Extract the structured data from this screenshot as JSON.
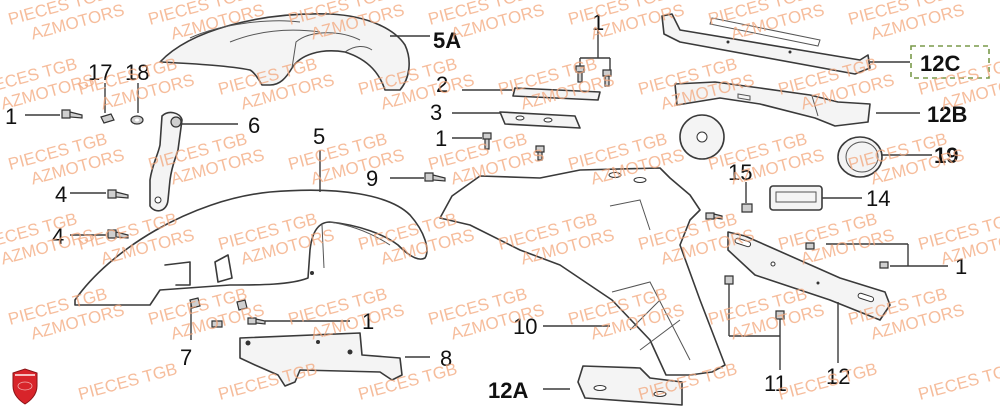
{
  "diagram": {
    "title": "TGB front fender / license plate holder parts diagram",
    "watermark": {
      "line1": "PIECES TGB",
      "line2": "AZMOTORS",
      "color": "#f3a77c"
    },
    "logo": {
      "name": "azmotors-shield-logo",
      "color": "#d8242a"
    },
    "callouts": [
      {
        "id": "c-5A",
        "label": "5A",
        "bold": true
      },
      {
        "id": "c-17",
        "label": "17"
      },
      {
        "id": "c-18",
        "label": "18"
      },
      {
        "id": "c-1a",
        "label": "1"
      },
      {
        "id": "c-6",
        "label": "6"
      },
      {
        "id": "c-2",
        "label": "2"
      },
      {
        "id": "c-3",
        "label": "3"
      },
      {
        "id": "c-1b",
        "label": "1"
      },
      {
        "id": "c-1c",
        "label": "1"
      },
      {
        "id": "c-5",
        "label": "5"
      },
      {
        "id": "c-9",
        "label": "9"
      },
      {
        "id": "c-4a",
        "label": "4"
      },
      {
        "id": "c-4b",
        "label": "4"
      },
      {
        "id": "c-12C",
        "label": "12C",
        "bold": true,
        "highlighted": true
      },
      {
        "id": "c-12B",
        "label": "12B",
        "bold": true
      },
      {
        "id": "c-19",
        "label": "19",
        "bold": true
      },
      {
        "id": "c-15",
        "label": "15"
      },
      {
        "id": "c-14",
        "label": "14"
      },
      {
        "id": "c-1d",
        "label": "1"
      },
      {
        "id": "c-1e",
        "label": "1"
      },
      {
        "id": "c-7",
        "label": "7"
      },
      {
        "id": "c-8",
        "label": "8"
      },
      {
        "id": "c-10",
        "label": "10"
      },
      {
        "id": "c-12A",
        "label": "12A",
        "bold": true
      },
      {
        "id": "c-11",
        "label": "11"
      },
      {
        "id": "c-12",
        "label": "12"
      }
    ]
  }
}
